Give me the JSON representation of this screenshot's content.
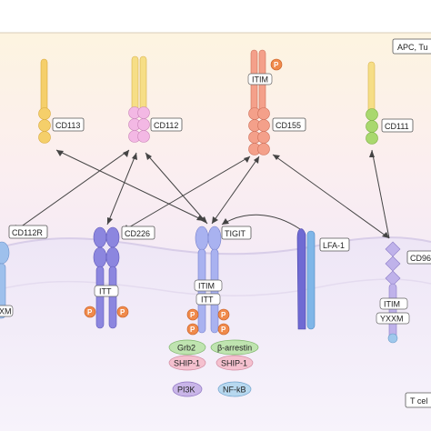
{
  "regions": {
    "top_label": "APC, Tu",
    "bottom_label": "T cel"
  },
  "apc_receptors": {
    "cd113": "CD113",
    "cd112": "CD112",
    "cd155": "CD155",
    "cd111": "CD111",
    "cd155_motif": "ITIM",
    "phospho": "P"
  },
  "tcell_receptors": {
    "cd112r": "CD112R",
    "cd226": "CD226",
    "tigit": "TIGIT",
    "lfa1": "LFA-1",
    "cd96": "CD96"
  },
  "motifs": {
    "cd112r_partial": "XM",
    "cd226_itt": "ITT",
    "tigit_itim": "ITIM",
    "tigit_itt": "ITT",
    "cd96_itim": "ITIM",
    "cd96_yxxm": "YXXM"
  },
  "signaling": {
    "grb2": "Grb2",
    "beta_arrestin": "β-arrestin",
    "ship1_left": "SHIP-1",
    "ship1_right": "SHIP-1",
    "pi3k": "PI3K",
    "nfkb": "NF-kB"
  },
  "colors": {
    "apc_background": "#fdf3e1",
    "tcell_background": "#ece4f4",
    "phospho": "#f08a4b",
    "cd113": "#f5cf6a",
    "cd112": "#f3b8e4",
    "cd155": "#f4a08a",
    "cd111": "#a9d86e",
    "tcell_receptor": "#8c86df",
    "tigit": "#a9b2f0",
    "lfa1": "#7fb6e8",
    "cd96": "#bfb2ea",
    "grb2": "#bfe4b0",
    "ship1": "#f5c1cf",
    "pi3k": "#c9b5e8",
    "nfkb": "#b7d8ef"
  }
}
